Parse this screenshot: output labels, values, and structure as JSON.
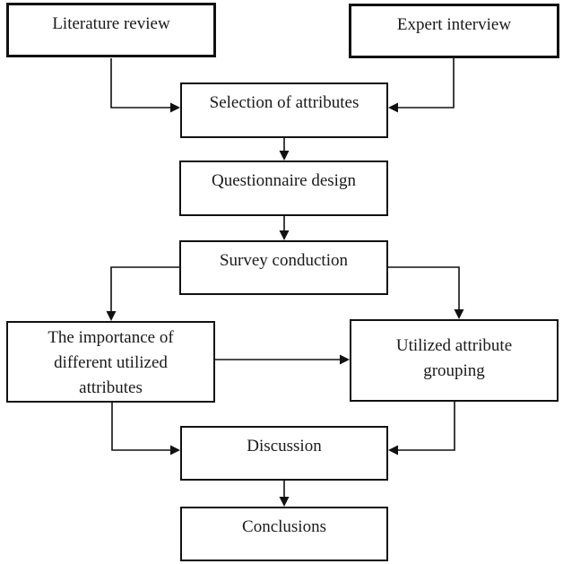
{
  "diagram": {
    "background_color": "#ffffff",
    "line_color": "#111111",
    "box_border_color": "#111111",
    "text_color": "#1a1a1a",
    "nodes": [
      {
        "id": "literature-review",
        "label": "Literature review"
      },
      {
        "id": "expert-interview",
        "label": "Expert interview"
      },
      {
        "id": "selection-of-attributes",
        "label": "Selection of attributes"
      },
      {
        "id": "questionnaire-design",
        "label": "Questionnaire design"
      },
      {
        "id": "survey-conduction",
        "label": "Survey conduction"
      },
      {
        "id": "importance-of-attributes",
        "label": "The importance of\ndifferent utilized\nattributes"
      },
      {
        "id": "utilized-attribute-grouping",
        "label": "Utilized attribute\ngrouping"
      },
      {
        "id": "discussion",
        "label": "Discussion"
      },
      {
        "id": "conclusions",
        "label": "Conclusions"
      }
    ],
    "edges": [
      {
        "from": "literature-review",
        "to": "selection-of-attributes"
      },
      {
        "from": "expert-interview",
        "to": "selection-of-attributes"
      },
      {
        "from": "selection-of-attributes",
        "to": "questionnaire-design"
      },
      {
        "from": "questionnaire-design",
        "to": "survey-conduction"
      },
      {
        "from": "survey-conduction",
        "to": "importance-of-attributes"
      },
      {
        "from": "survey-conduction",
        "to": "utilized-attribute-grouping"
      },
      {
        "from": "importance-of-attributes",
        "to": "utilized-attribute-grouping"
      },
      {
        "from": "importance-of-attributes",
        "to": "discussion"
      },
      {
        "from": "utilized-attribute-grouping",
        "to": "discussion"
      },
      {
        "from": "discussion",
        "to": "conclusions"
      }
    ]
  }
}
